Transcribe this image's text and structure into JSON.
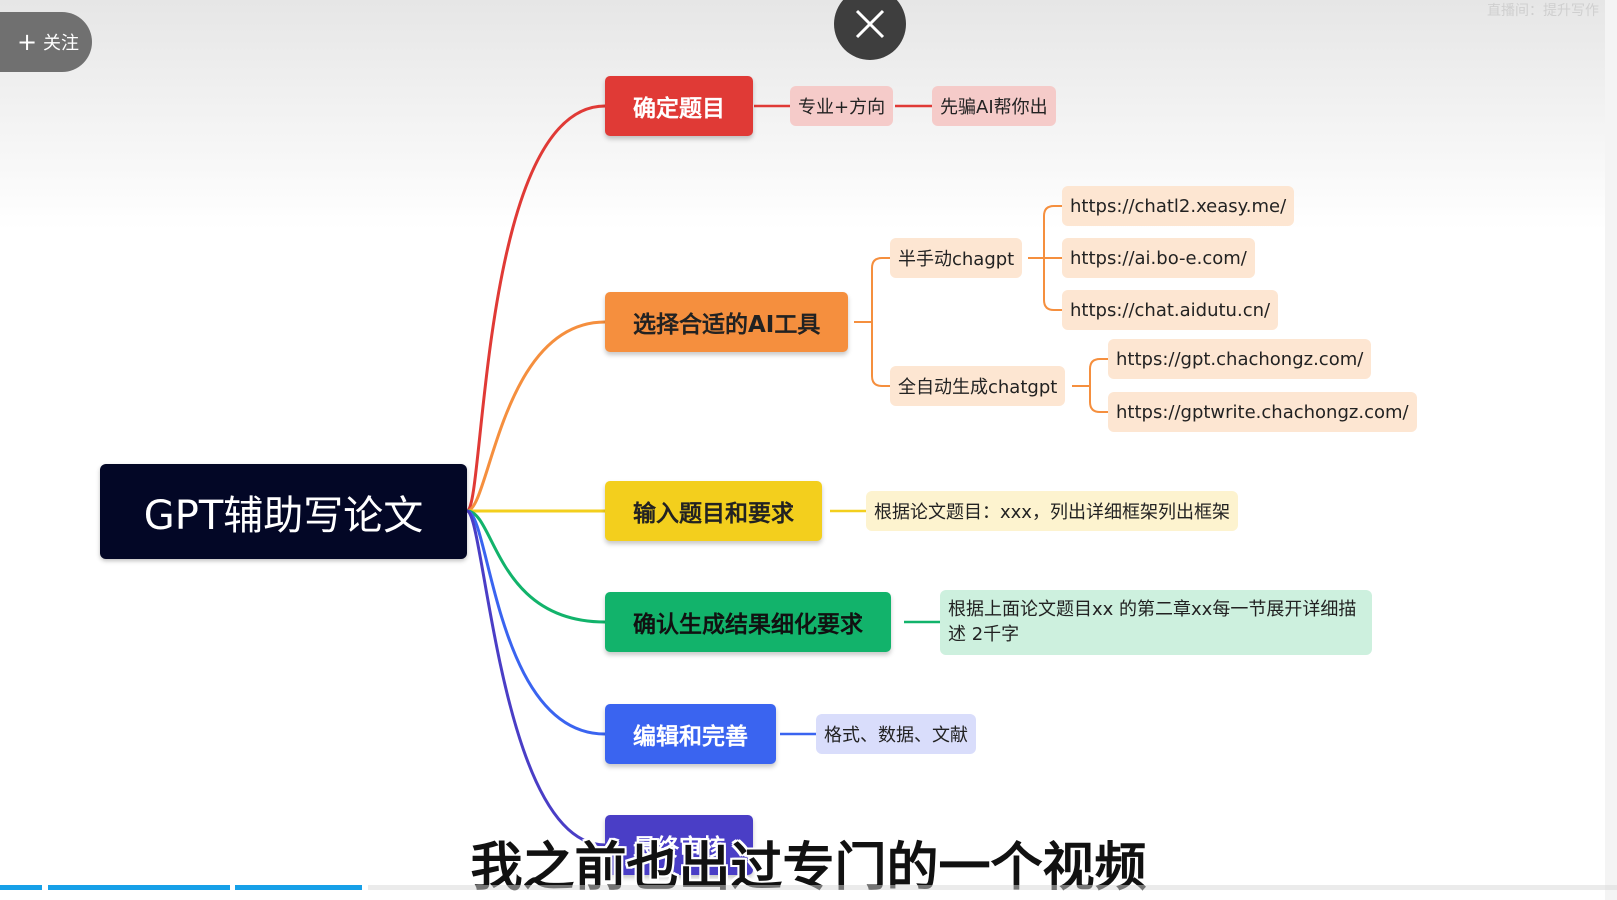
{
  "overlay": {
    "follow_label": "关注",
    "subtitle": "我之前也出过专门的一个视频",
    "progress_segments_fill": [
      1.0,
      1.0,
      1.0
    ],
    "top_right_faint": "直播间：提升写作"
  },
  "mindmap": {
    "root": "GPT辅助写论文",
    "branches": [
      {
        "label": "确定题目",
        "color": "#e03a36",
        "children": [
          "专业+方向",
          "先骗AI帮你出"
        ]
      },
      {
        "label": "选择合适的AI工具",
        "color": "#f58f3e",
        "children": [
          {
            "label": "半手动chagpt",
            "items": [
              "https://chatl2.xeasy.me/",
              "https://ai.bo-e.com/",
              "https://chat.aidutu.cn/"
            ]
          },
          {
            "label": "全自动生成chatgpt",
            "items": [
              "https://gpt.chachongz.com/",
              "https://gptwrite.chachongz.com/"
            ]
          }
        ]
      },
      {
        "label": "输入题目和要求",
        "color": "#f3cf1d",
        "children": [
          "根据论文题目：xxx，列出详细框架列出框架"
        ]
      },
      {
        "label": "确认生成结果细化要求",
        "color": "#12b36b",
        "children": [
          "根据上面论文题目xx 的第二章xx每一节展开详细描述 2千字"
        ]
      },
      {
        "label": "编辑和完善",
        "color": "#3a64f0",
        "children": [
          "格式、数据、文献"
        ]
      },
      {
        "label": "最终审核",
        "color": "#4a3ec6",
        "children": []
      }
    ]
  }
}
